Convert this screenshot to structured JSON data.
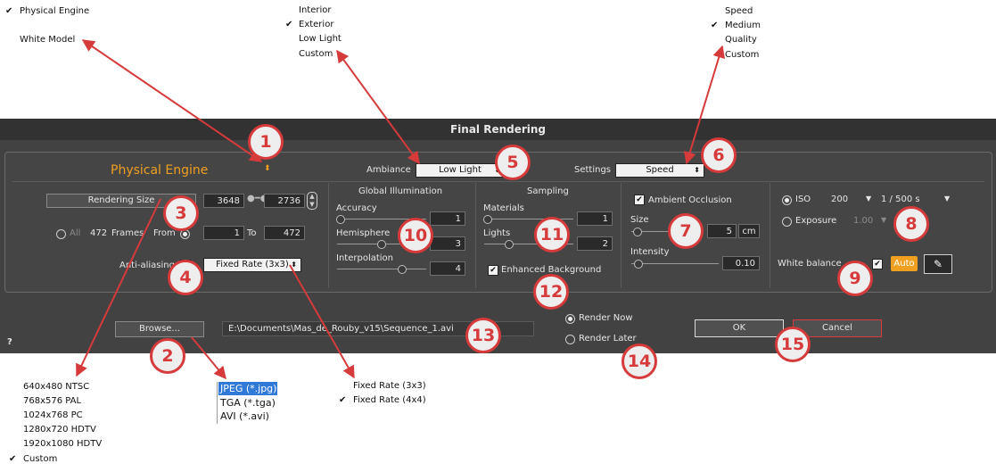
{
  "engine_menu": {
    "items": [
      {
        "label": "Physical Engine",
        "checked": true
      },
      {
        "label": "White Model",
        "checked": false
      }
    ]
  },
  "ambiance_menu": {
    "items": [
      {
        "label": "Interior",
        "checked": false
      },
      {
        "label": "Exterior",
        "checked": true
      },
      {
        "label": "Low Light",
        "checked": false
      },
      {
        "label": "Custom",
        "checked": false
      }
    ]
  },
  "settings_menu": {
    "items": [
      {
        "label": "Speed",
        "checked": false
      },
      {
        "label": "Medium",
        "checked": true
      },
      {
        "label": "Quality",
        "checked": false
      },
      {
        "label": "Custom",
        "checked": false
      }
    ]
  },
  "size_menu": {
    "items": [
      {
        "label": "640x480 NTSC",
        "checked": false
      },
      {
        "label": "768x576 PAL",
        "checked": false
      },
      {
        "label": "1024x768 PC",
        "checked": false
      },
      {
        "label": "1280x720 HDTV",
        "checked": false
      },
      {
        "label": "1920x1080 HDTV",
        "checked": false
      },
      {
        "label": "Custom",
        "checked": true
      }
    ]
  },
  "format_list": {
    "items": [
      {
        "label": "JPEG (*.jpg)",
        "selected": true
      },
      {
        "label": "TGA (*.tga)",
        "selected": false
      },
      {
        "label": "AVI (*.avi)",
        "selected": false
      }
    ]
  },
  "antialias_menu": {
    "items": [
      {
        "label": "Fixed Rate (3x3)",
        "checked": false
      },
      {
        "label": "Fixed Rate (4x4)",
        "checked": true
      }
    ]
  },
  "check_glyph": "✔",
  "dialog": {
    "title": "Final Rendering",
    "engine": "Physical Engine",
    "ambiance_label": "Ambiance",
    "ambiance_value": "Low Light",
    "settings_label": "Settings",
    "settings_value": "Speed",
    "rendering_size_button": "Rendering Size",
    "width": "3648",
    "height": "2736",
    "all_label": "All",
    "frames_count": "472",
    "frames_label": "Frames",
    "from_label": "From",
    "from_value": "1",
    "to_label": "To",
    "to_value": "472",
    "antialiasing_label": "Anti-aliasing",
    "antialiasing_value": "Fixed Rate (3x3)",
    "gi": {
      "title": "Global Illumination",
      "accuracy_label": "Accuracy",
      "accuracy_value": "1",
      "hemisphere_label": "Hemisphere",
      "hemisphere_value": "3",
      "interpolation_label": "Interpolation",
      "interpolation_value": "4"
    },
    "sampling": {
      "title": "Sampling",
      "materials_label": "Materials",
      "materials_value": "1",
      "lights_label": "Lights",
      "lights_value": "2",
      "enhanced_background_label": "Enhanced Background"
    },
    "ao": {
      "label": "Ambient Occlusion",
      "size_label": "Size",
      "size_value": "5",
      "size_unit": "cm",
      "intensity_label": "Intensity",
      "intensity_value": "0.10"
    },
    "camera": {
      "iso_label": "ISO",
      "iso_value": "200",
      "shutter_value": "1 / 500 s",
      "exposure_label": "Exposure",
      "exposure_value": "1.00",
      "white_balance_label": "White balance",
      "auto_label": "Auto"
    },
    "browse_button": "Browse...",
    "output_path": "E:\\Documents\\Mas_de_Rouby_v15\\Sequence_1.avi",
    "render_now_label": "Render Now",
    "render_later_label": "Render Later",
    "ok_button": "OK",
    "cancel_button": "Cancel",
    "help_label": "?"
  },
  "callouts": [
    "1",
    "2",
    "3",
    "4",
    "5",
    "6",
    "7",
    "8",
    "9",
    "10",
    "11",
    "12",
    "13",
    "14",
    "15"
  ],
  "colors": {
    "accent_orange": "#f0a020",
    "callout_red": "#d63a3a",
    "dialog_bg": "#424242",
    "titlebar_bg": "#323232",
    "selection_blue": "#3079d8"
  }
}
